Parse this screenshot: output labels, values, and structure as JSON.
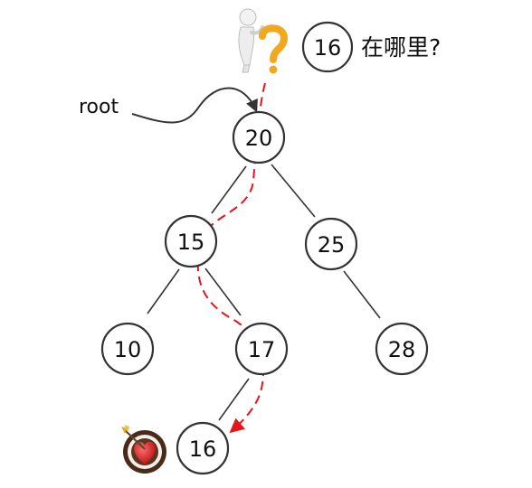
{
  "question": {
    "value": "16",
    "suffix": "在哪里?"
  },
  "root_label": "root",
  "nodes": [
    {
      "id": "n20",
      "value": "20"
    },
    {
      "id": "n15",
      "value": "15"
    },
    {
      "id": "n25",
      "value": "25"
    },
    {
      "id": "n10",
      "value": "10"
    },
    {
      "id": "n17",
      "value": "17"
    },
    {
      "id": "n28",
      "value": "28"
    },
    {
      "id": "n16",
      "value": "16"
    }
  ],
  "edges": [
    [
      "n20",
      "n15"
    ],
    [
      "n20",
      "n25"
    ],
    [
      "n15",
      "n10"
    ],
    [
      "n15",
      "n17"
    ],
    [
      "n25",
      "n28"
    ],
    [
      "n17",
      "n16"
    ]
  ],
  "search_path": [
    "n20",
    "n15",
    "n17",
    "n16"
  ],
  "colors": {
    "path": "#e8141b",
    "stroke": "#333333",
    "question_mark": "#f0a81e",
    "target_heart": "#d81818",
    "target_ring": "#4a2a1a"
  },
  "icons": {
    "person": "thinking-person-question-icon",
    "target": "heart-target-arrow-icon"
  }
}
